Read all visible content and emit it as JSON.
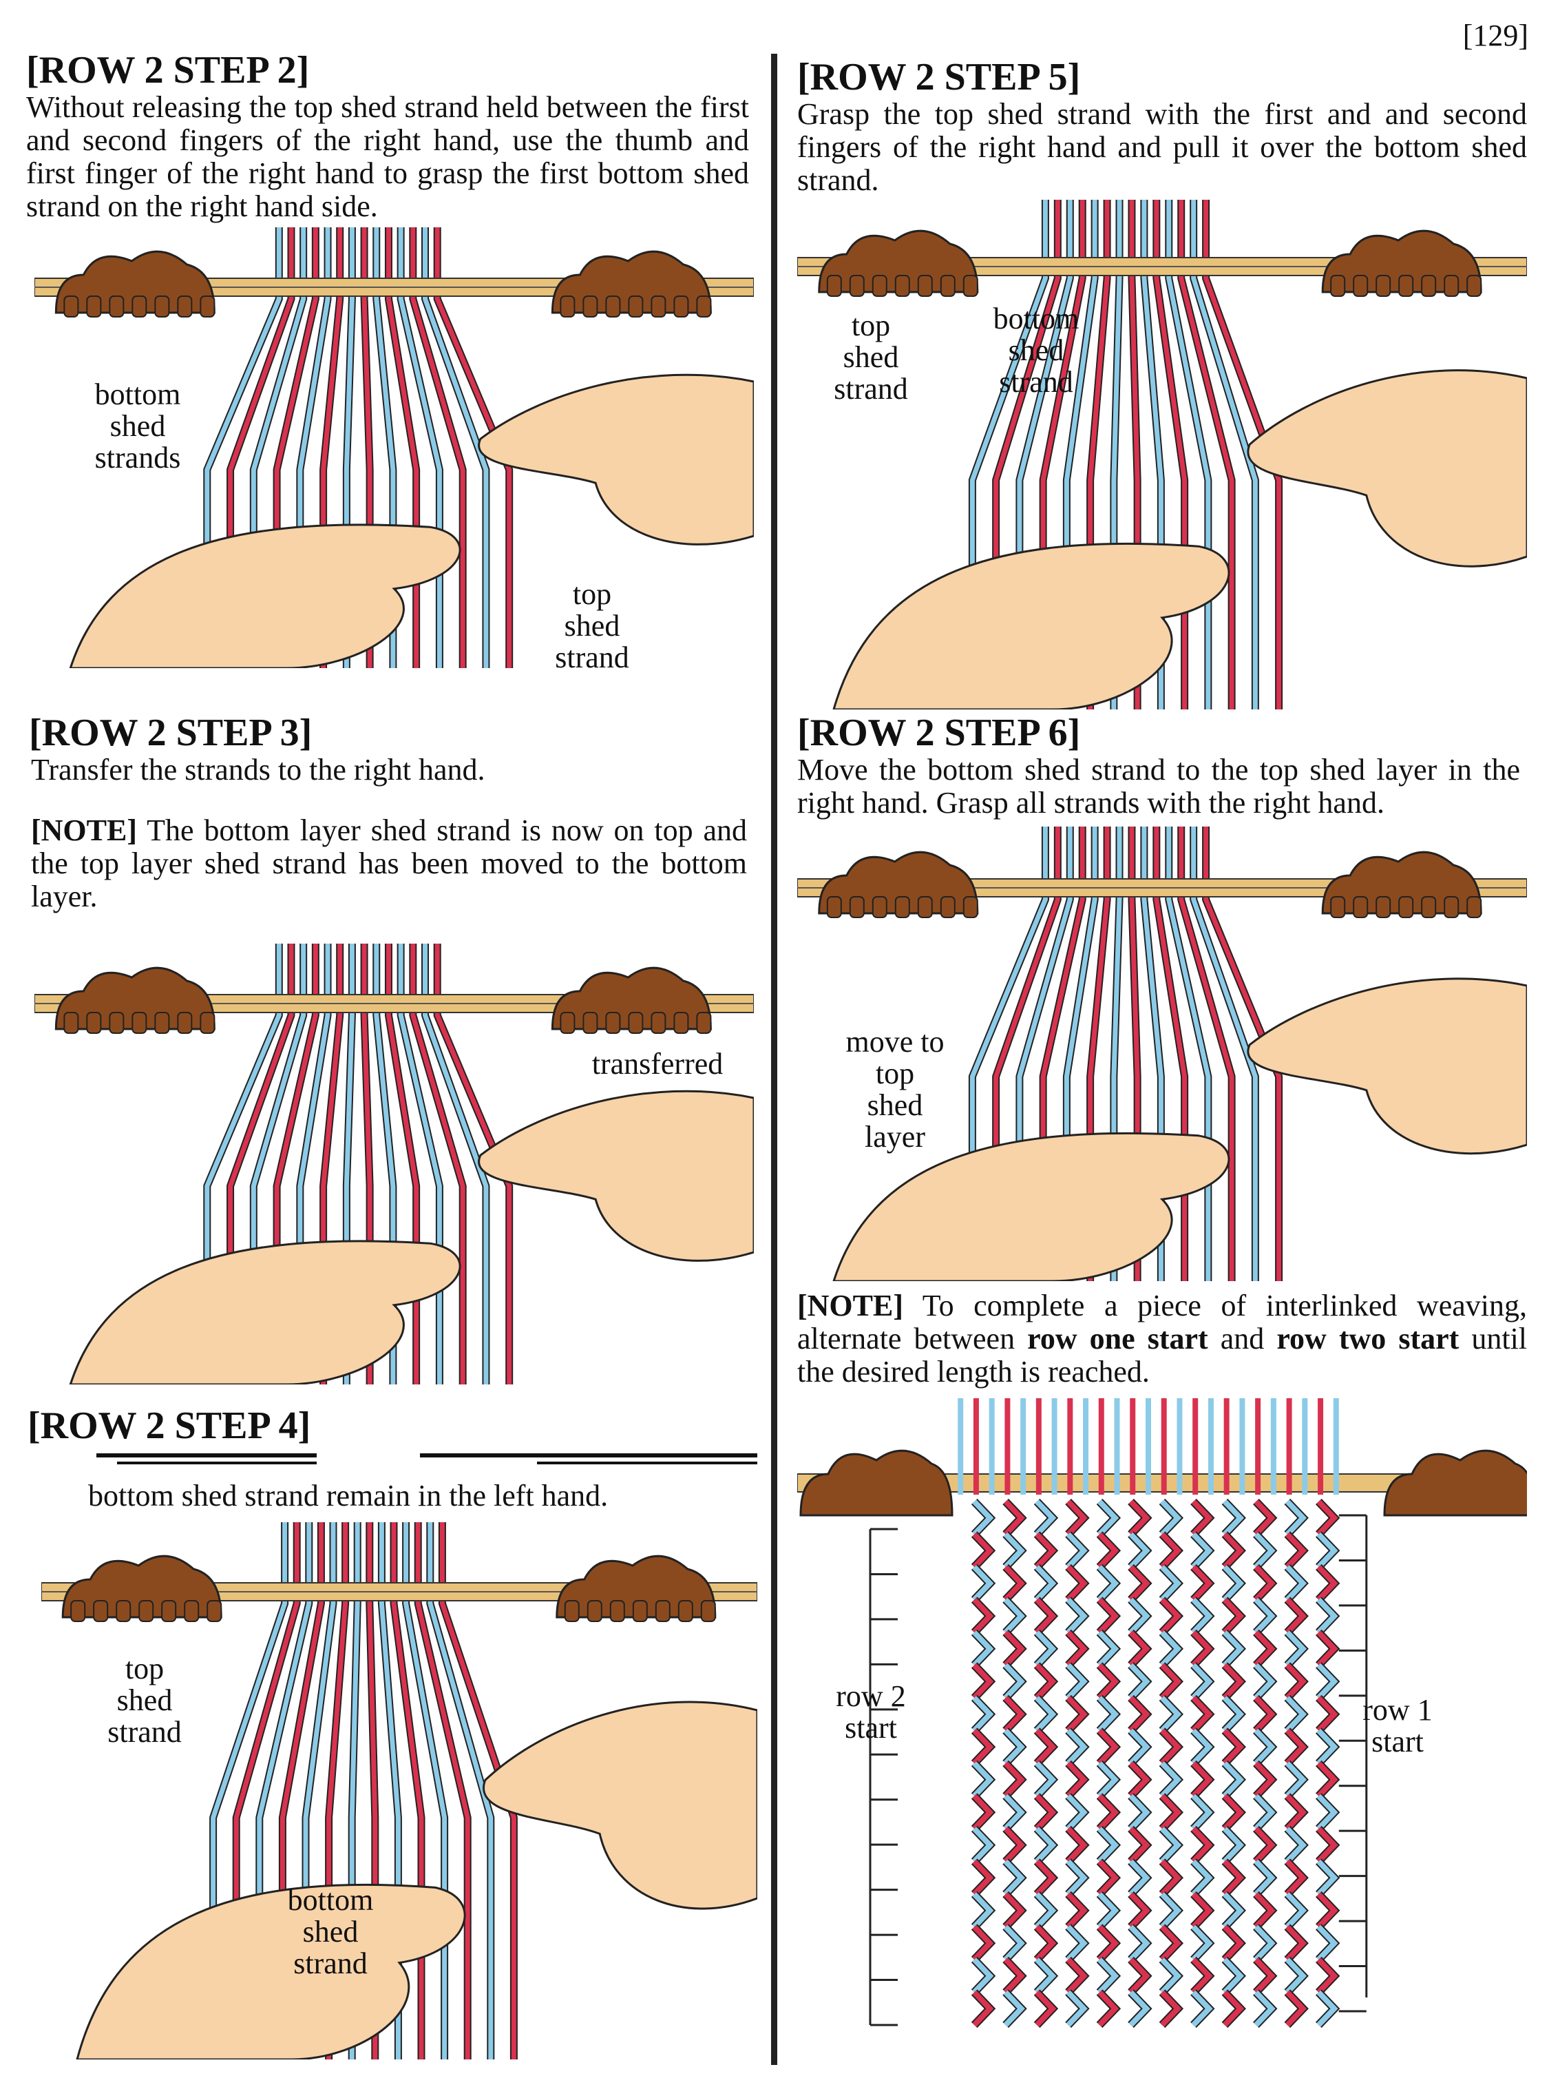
{
  "page_number": "[129]",
  "colors": {
    "red": "#d9324f",
    "blue": "#8ccbe8",
    "skin": "#f8d3a8",
    "wood": "#8b4a1e",
    "rod": "#e9c27a"
  },
  "step2": {
    "heading": "[ROW 2 STEP 2]",
    "text": "Without releasing the top shed strand held between the first and second fingers of the right hand, use the thumb and first finger of the right hand to grasp the first bottom shed strand on the right hand side.",
    "label_bottom": "bottom\nshed\nstrands",
    "label_top": "top\nshed\nstrand"
  },
  "step3": {
    "heading": "[ROW 2 STEP 3]",
    "text": "Transfer the strands to the right hand.",
    "note_tag": "[NOTE]",
    "note_text": " The bottom layer shed strand is now on top and the top layer shed strand has been moved to the bottom layer.",
    "label_transferred": "transferred"
  },
  "step4": {
    "heading": "[ROW 2 STEP 4]",
    "text": "bottom shed strand remain in the left hand.",
    "label_top": "top\nshed\nstrand",
    "label_bottom": "bottom\nshed\nstrand"
  },
  "step5": {
    "heading": "[ROW 2 STEP 5]",
    "text": "Grasp the top shed strand with the first and and second fingers of the right hand and pull it over the bottom shed strand.",
    "label_top": "top\nshed\nstrand",
    "label_bottom": "bottom\nshed\nstrand"
  },
  "step6": {
    "heading": "[ROW 2 STEP 6]",
    "text": "Move the bottom shed strand to the top shed layer in the right hand. Grasp all strands with the right hand.",
    "label_move": "move to\ntop\nshed\nlayer"
  },
  "final_note": {
    "tag": "[NOTE]",
    "part1": " To complete a piece of interlinked weaving, alternate between ",
    "bold1": "row one start",
    "part2": " and ",
    "bold2": "row two start",
    "part3": " until the desired length is reached."
  },
  "final_figure": {
    "label_row2": "row 2\nstart",
    "label_row1": "row 1\nstart"
  }
}
